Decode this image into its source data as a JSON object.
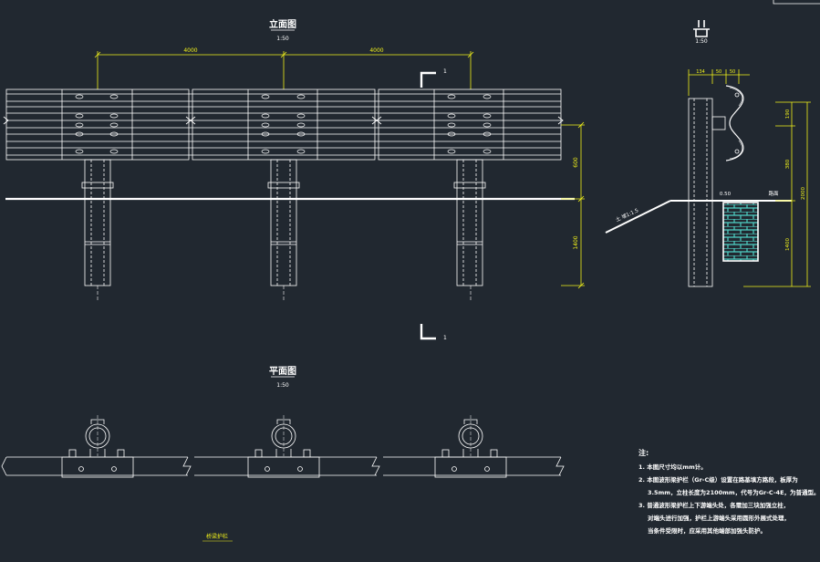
{
  "views": {
    "elevation": {
      "title": "立面图",
      "scale": "1:50"
    },
    "section": {
      "scale": "1:50"
    },
    "plan": {
      "title": "平面图",
      "scale": "1:50"
    },
    "footer_label": "桥梁护栏"
  },
  "dimensions": {
    "post_spacing_left": "4000",
    "post_spacing_right": "4000",
    "height_above_ground": "600",
    "embed_depth": "1400",
    "section_top_a": "134",
    "section_top_b": "50",
    "section_top_c": "50",
    "right_a": "190",
    "right_b": "380",
    "right_c": "1400",
    "right_total": "2000"
  },
  "labels": {
    "slope": "土 坡1:1.5",
    "ground_left": "0.50",
    "ground_right": "路面",
    "section_marker": "1"
  },
  "notes": {
    "heading": "注:",
    "items": [
      "1. 本图尺寸均以mm计。",
      "2. 本图波形梁护栏（Gr-C级）设置在路基填方路段，板厚为",
      "3.5mm，立柱长度为2100mm，代号为Gr-C-4E，为普通型。",
      "3. 普通波形梁护栏上下游端头处，各需加三块加强立柱，",
      "对端头进行加强，护栏上游端头采用圆形外展式处理，",
      "当条件受限时，应采用其他端部加强头防护。"
    ]
  },
  "colors": {
    "background": "#212830",
    "line_white": "#ffffff",
    "dimension_yellow": "#f2f21a",
    "hatch_cyan": "#4fd1c5"
  }
}
